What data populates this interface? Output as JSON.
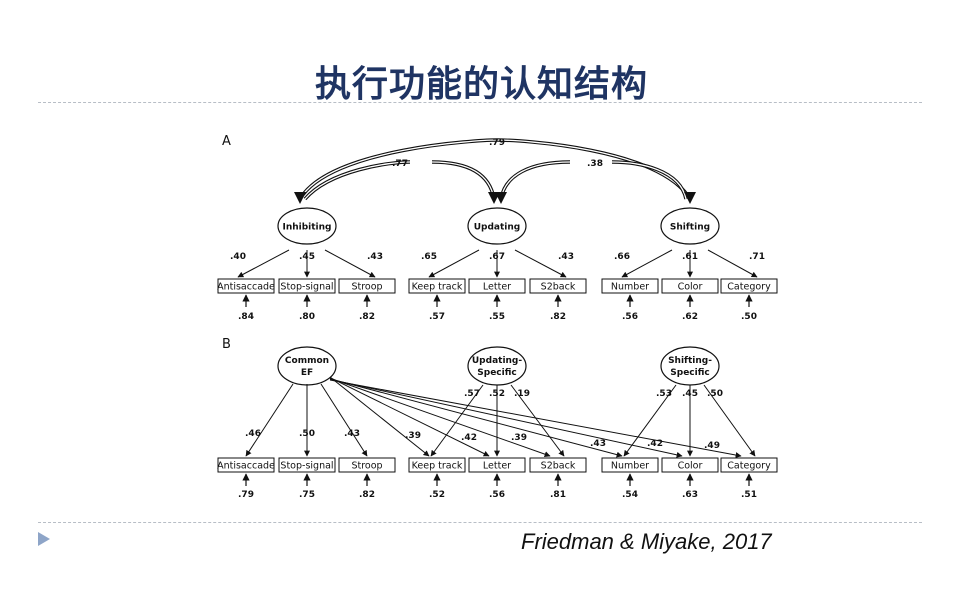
{
  "title": "执行功能的认知结构",
  "citation": "Friedman & Miyake, 2017",
  "panel_a": {
    "label": "A",
    "latents": [
      {
        "id": "inhibiting",
        "lines": [
          "Inhibiting"
        ]
      },
      {
        "id": "updating",
        "lines": [
          "Updating"
        ]
      },
      {
        "id": "shifting",
        "lines": [
          "Shifting"
        ]
      }
    ],
    "correlations": [
      {
        "from": "inhibiting",
        "to": "updating",
        "value": ".77"
      },
      {
        "from": "updating",
        "to": "shifting",
        "value": ".38"
      },
      {
        "from": "inhibiting",
        "to": "shifting",
        "value": ".79"
      }
    ],
    "indicators": [
      {
        "label": "Antisaccade",
        "loading": ".40",
        "residual": ".84"
      },
      {
        "label": "Stop-signal",
        "loading": ".45",
        "residual": ".80"
      },
      {
        "label": "Stroop",
        "loading": ".43",
        "residual": ".82"
      },
      {
        "label": "Keep track",
        "loading": ".65",
        "residual": ".57"
      },
      {
        "label": "Letter",
        "loading": ".67",
        "residual": ".55"
      },
      {
        "label": "S2back",
        "loading": ".43",
        "residual": ".82"
      },
      {
        "label": "Number",
        "loading": ".66",
        "residual": ".56"
      },
      {
        "label": "Color",
        "loading": ".61",
        "residual": ".62"
      },
      {
        "label": "Category",
        "loading": ".71",
        "residual": ".50"
      }
    ]
  },
  "panel_b": {
    "label": "B",
    "latents": [
      {
        "id": "common",
        "lines": [
          "Common",
          "EF"
        ]
      },
      {
        "id": "updating_specific",
        "lines": [
          "Updating-",
          "Specific"
        ]
      },
      {
        "id": "shifting_specific",
        "lines": [
          "Shifting-",
          "Specific"
        ]
      }
    ],
    "common_loadings": [
      ".46",
      ".50",
      ".43",
      ".39",
      ".42",
      ".39",
      ".43",
      ".42",
      ".49"
    ],
    "updating_specific_loadings": [
      ".57",
      ".52",
      ".19"
    ],
    "shifting_specific_loadings": [
      ".53",
      ".45",
      ".50"
    ],
    "indicators": [
      {
        "label": "Antisaccade",
        "residual": ".79"
      },
      {
        "label": "Stop-signal",
        "residual": ".75"
      },
      {
        "label": "Stroop",
        "residual": ".82"
      },
      {
        "label": "Keep track",
        "residual": ".52"
      },
      {
        "label": "Letter",
        "residual": ".56"
      },
      {
        "label": "S2back",
        "residual": ".81"
      },
      {
        "label": "Number",
        "residual": ".54"
      },
      {
        "label": "Color",
        "residual": ".63"
      },
      {
        "label": "Category",
        "residual": ".51"
      }
    ]
  }
}
